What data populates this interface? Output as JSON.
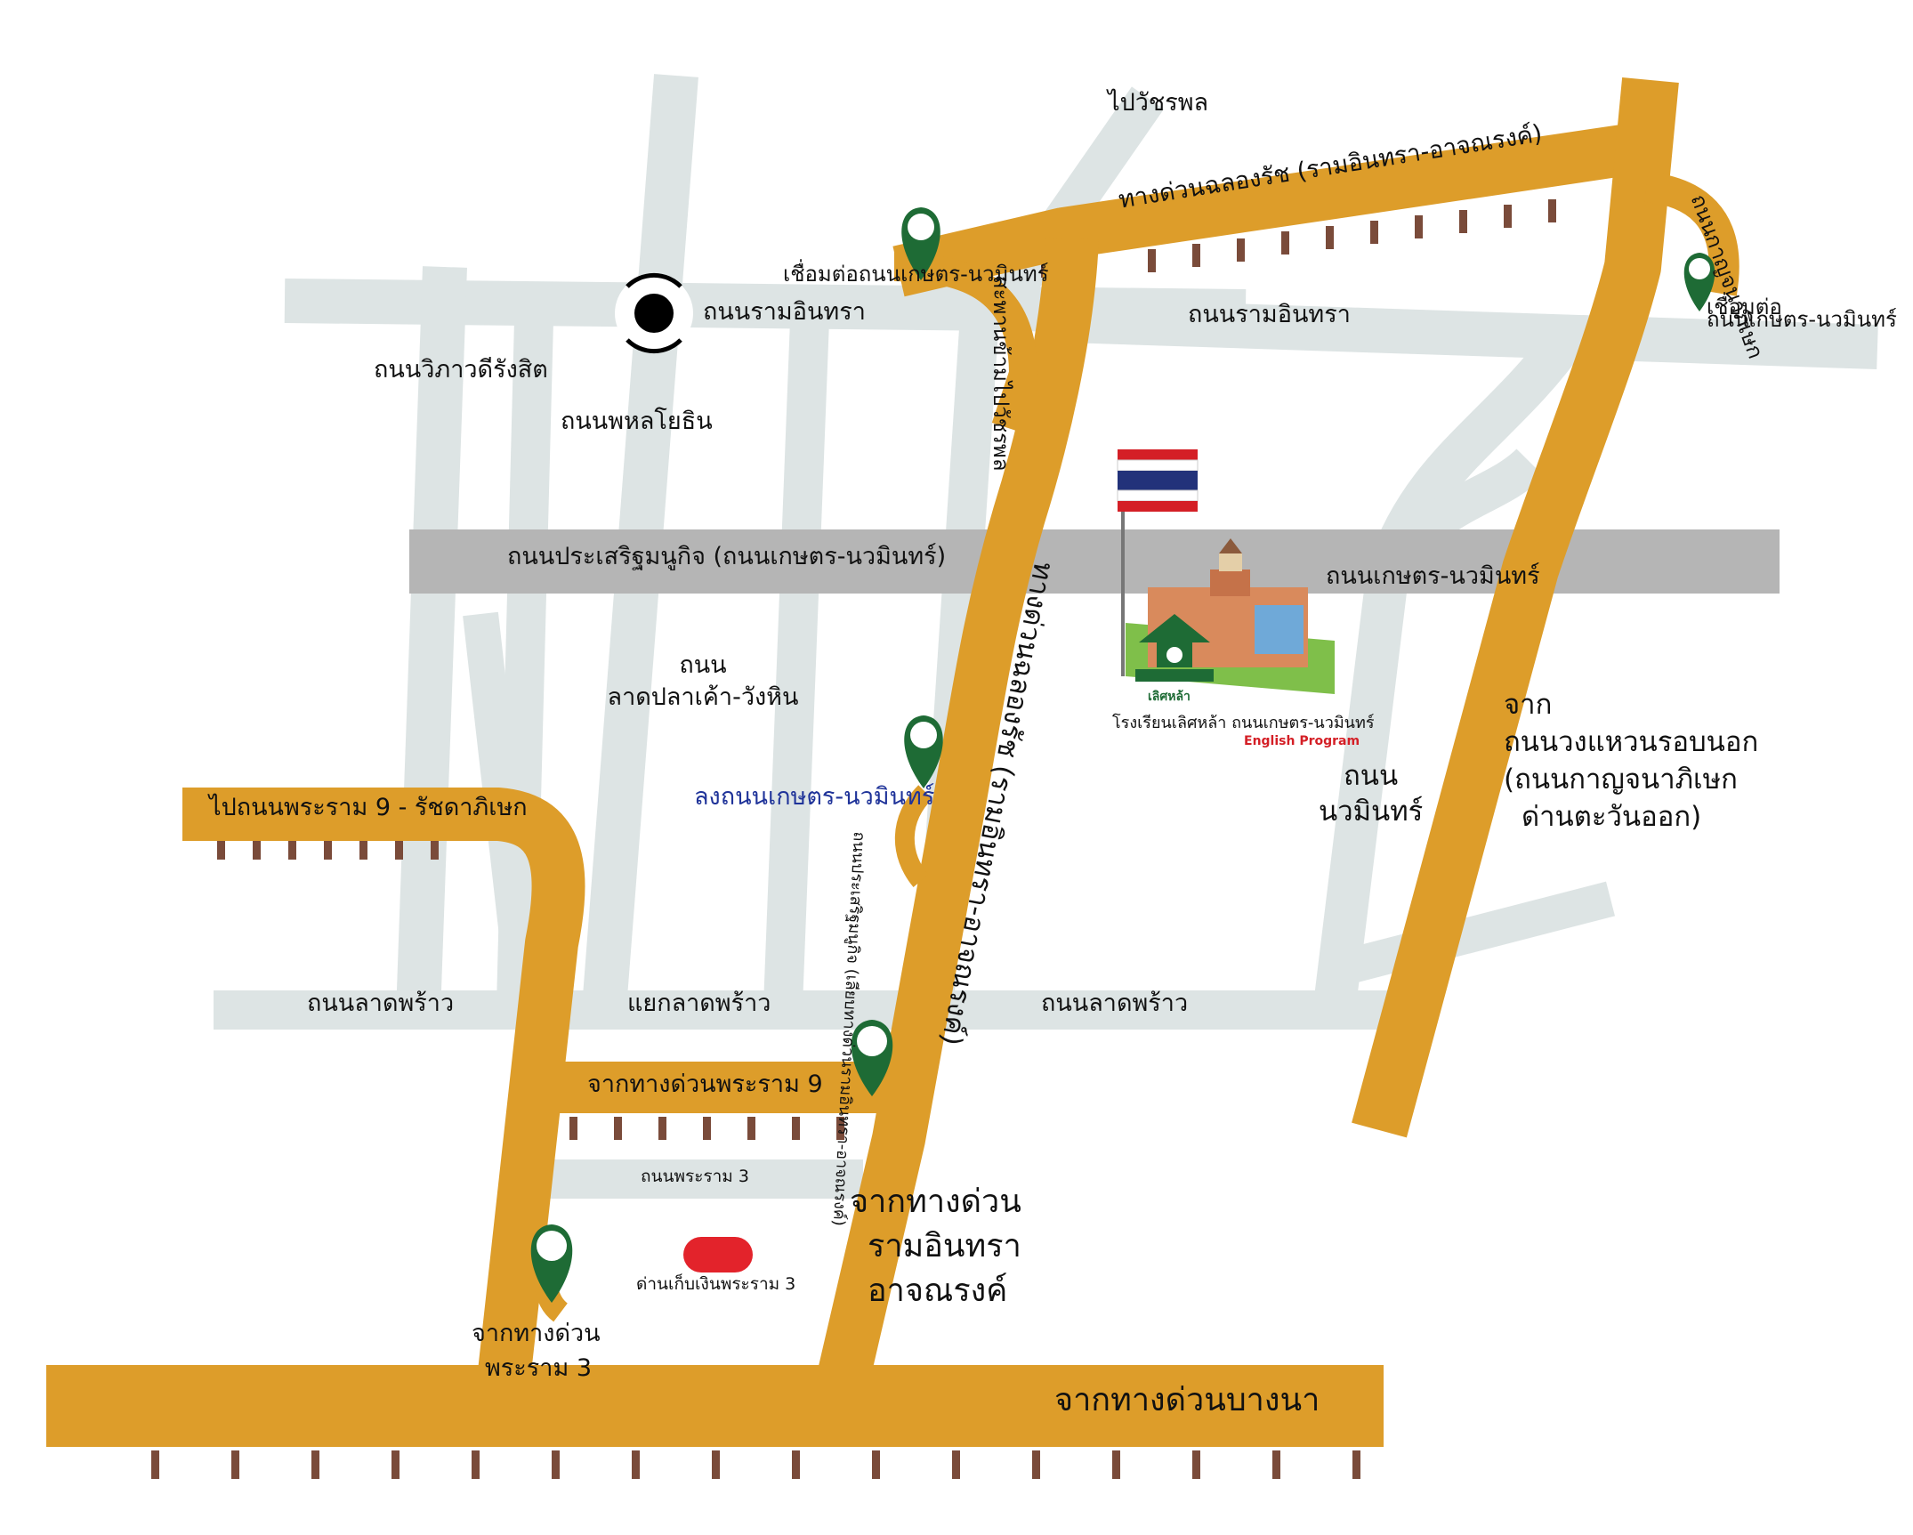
{
  "labels": {
    "to_watcharaphon": "ไปวัชรพล",
    "connect_kaset_nawamin_left": "เชื่อมต่อถนนเกษตร-นวมินทร์",
    "ram_inthra_left": "ถนนรามอินทรา",
    "vibhavadi": "ถนนวิภาวดีรังสิต",
    "phahon_yothin": "ถนนพหลโยธิน",
    "chalong_rat_top": "ทางด่วนฉลองรัช (รามอินทรา-อาจณรงค์)",
    "bridge_to_watcharaphon": "สะพานข้ามไปวัชรพล",
    "ram_inthra_right": "ถนนรามอินทรา",
    "connect_kaset_nawamin_right_1": "เชื่อมต่อ",
    "connect_kaset_nawamin_right_2": "ถนนเกษตร-นวมินทร์",
    "connect_right_curve": "ถนนกาญจนาภิเษก",
    "prasert_manukit": "ถนนประเสริฐมนูกิจ (ถนนเกษตร-นวมินทร์)",
    "kaset_nawamin": "ถนนเกษตร-นวมินทร์",
    "chalong_rat_vertical": "ทางด่วนฉลองรัช (รามอินทรา-อาจณรงค์)",
    "lat_pla_khao_1": "ถนน",
    "lat_pla_khao_2": "ลาดปลาเค้า-วังหิน",
    "exit_kaset_nawamin": "ลงถนนเกษตร-นวมินทร์",
    "prasert_manukit_small": "ถนนประเสริฐมนูกิจ (เลียบทางด่วนรามอินทรา-อาจณรงค์)",
    "nawamin_1": "ถนน",
    "nawamin_2": "นวมินทร์",
    "from_outer_ring_1": "จาก",
    "from_outer_ring_2": "ถนนวงแหวนรอบนอก",
    "from_outer_ring_3": "(ถนนกาญจนาภิเษก",
    "from_outer_ring_4": "ด่านตะวันออก)",
    "to_rama9": "ไปถนนพระราม 9 - รัชดาภิเษก",
    "lat_phrao_left": "ถนนลาดพร้าว",
    "lat_phrao_junction": "แยกลาดพร้าว",
    "lat_phrao_right": "ถนนลาดพร้าว",
    "from_rama9_exp": "จากทางด่วนพระราม 9",
    "rama3_road": "ถนนพระราม 3",
    "from_ramindra_exp_1": "จากทางด่วน",
    "from_ramindra_exp_2": "รามอินทรา",
    "from_ramindra_exp_3": "อาจณรงค์",
    "toll_rama3": "ด่านเก็บเงินพระราม 3",
    "from_rama3_exp_1": "จากทางด่วน",
    "from_rama3_exp_2": "พระราม 3",
    "from_bangna_exp": "จากทางด่วนบางนา"
  },
  "school": {
    "logo_text": "เลิศหล้า",
    "name": "โรงเรียนเลิศหล้า ถนนเกษตร-นวมินทร์",
    "program": "English Program"
  },
  "colors": {
    "expressway": "#dd9d2a",
    "road": "#dde4e4",
    "main_road": "#b5b5b5",
    "pin": "#1e6b35",
    "toll": "#e3232b",
    "ties": "#7a4b3a"
  },
  "icons": [
    "roundabout-icon",
    "location-pin-icon",
    "thai-flag-icon",
    "school-building-icon",
    "toll-booth-icon"
  ]
}
